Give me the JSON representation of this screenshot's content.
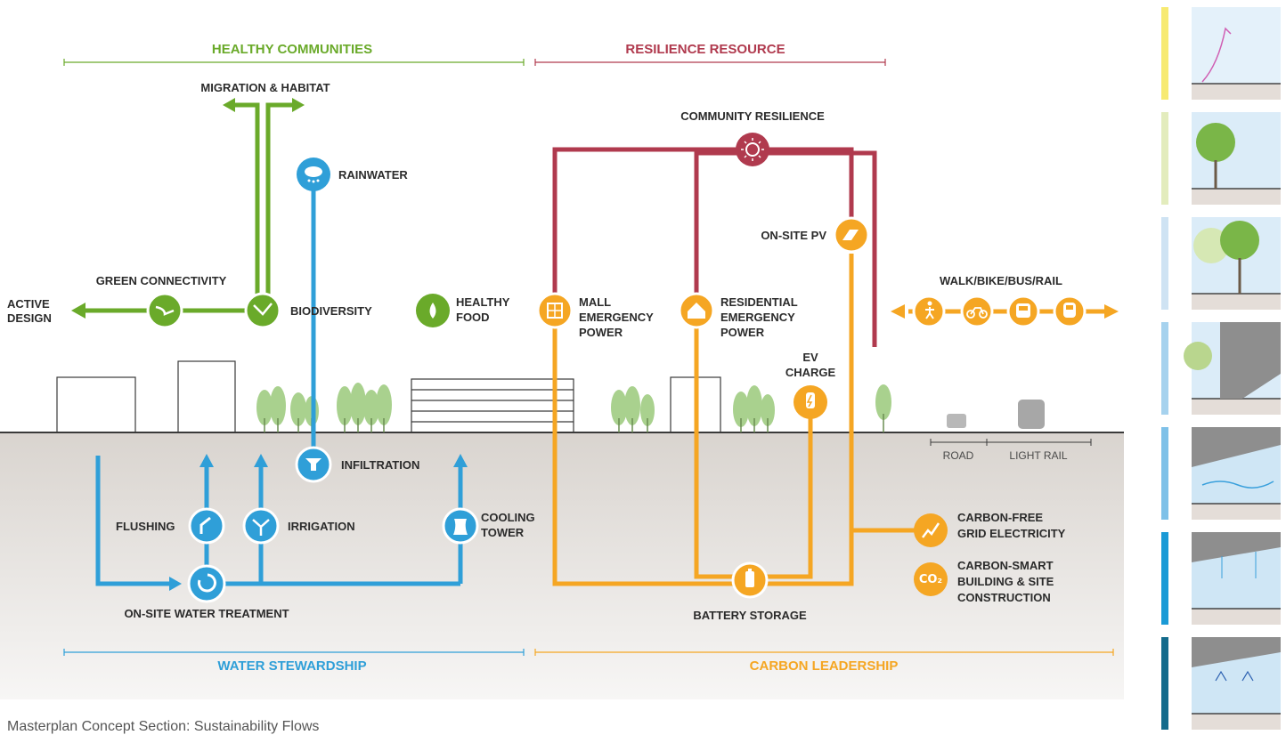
{
  "headers": {
    "healthy_communities": "HEALTHY COMMUNITIES",
    "resilience_resource": "RESILIENCE RESOURCE",
    "water_stewardship": "WATER STEWARDSHIP",
    "carbon_leadership": "CARBON LEADERSHIP"
  },
  "green": {
    "migration_habitat": "MIGRATION & HABITAT",
    "green_connectivity": "GREEN CONNECTIVITY",
    "active_design_1": "ACTIVE",
    "active_design_2": "DESIGN",
    "biodiversity": "BIODIVERSITY",
    "healthy_food_1": "HEALTHY",
    "healthy_food_2": "FOOD"
  },
  "water": {
    "rainwater": "RAINWATER",
    "infiltration": "INFILTRATION",
    "flushing": "FLUSHING",
    "irrigation": "IRRIGATION",
    "cooling_tower_1": "COOLING",
    "cooling_tower_2": "TOWER",
    "treatment": "ON-SITE WATER TREATMENT"
  },
  "energy": {
    "community_resilience": "COMMUNITY RESILIENCE",
    "onsite_pv": "ON-SITE PV",
    "mall_1": "MALL",
    "mall_2": "EMERGENCY",
    "mall_3": "POWER",
    "res_1": "RESIDENTIAL",
    "res_2": "EMERGENCY",
    "res_3": "POWER",
    "ev_1": "EV",
    "ev_2": "CHARGE",
    "battery": "BATTERY STORAGE",
    "carbon_free_1": "CARBON-FREE",
    "carbon_free_2": "GRID ELECTRICITY",
    "carbon_smart_1": "CARBON-SMART",
    "carbon_smart_2": "BUILDING & SITE",
    "carbon_smart_3": "CONSTRUCTION",
    "co2_glyph": "CO₂"
  },
  "mobility": {
    "title": "WALK/BIKE/BUS/RAIL",
    "road": "ROAD",
    "light_rail": "LIGHT RAIL"
  },
  "caption": "Masterplan Concept Section: Sustainability Flows",
  "colors": {
    "green": "#6aaa2a",
    "blue": "#2f9fd8",
    "red": "#b03a4e",
    "orange": "#f5a623",
    "ground": "#ece8e4",
    "tree": "#a9d18e"
  },
  "side_strip_colors": [
    "#f7ea72",
    "#e3ecbd",
    "#cfe3f3",
    "#a6d2ee",
    "#7fc1e8",
    "#1a9ad6",
    "#146b8c"
  ]
}
